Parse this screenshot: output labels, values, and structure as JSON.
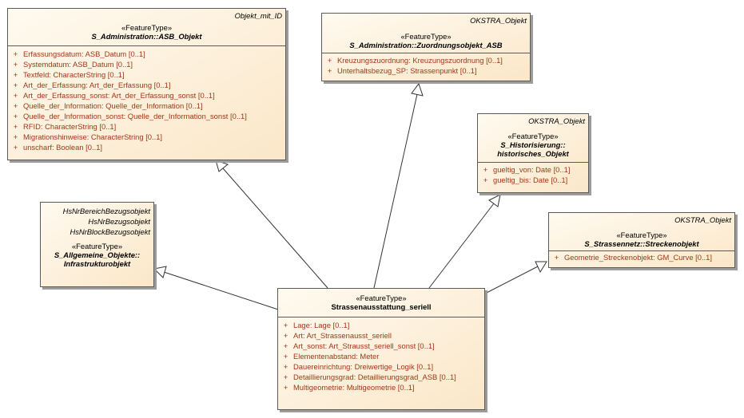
{
  "classes": {
    "asb_objekt": {
      "tags": [
        "Objekt_mit_ID"
      ],
      "stereotype": "«FeatureType»",
      "name": "S_Administration::ASB_Objekt",
      "attributes": [
        {
          "vis": "+",
          "text": "Erfassungsdatum: ASB_Datum [0..1]"
        },
        {
          "vis": "+",
          "text": "Systemdatum: ASB_Datum [0..1]"
        },
        {
          "vis": "+",
          "text": "Textfeld: CharacterString [0..1]"
        },
        {
          "vis": "+",
          "text": "Art_der_Erfassung: Art_der_Erfassung [0..1]"
        },
        {
          "vis": "+",
          "text": "Art_der_Erfassung_sonst: Art_der_Erfassung_sonst [0..1]"
        },
        {
          "vis": "+",
          "text": "Quelle_der_Information: Quelle_der_Information [0..1]"
        },
        {
          "vis": "+",
          "text": "Quelle_der_Information_sonst: Quelle_der_Information_sonst [0..1]"
        },
        {
          "vis": "+",
          "text": "RFID: CharacterString [0..1]"
        },
        {
          "vis": "+",
          "text": "Migrationshinweise: CharacterString [0..1]"
        },
        {
          "vis": "+",
          "text": "unscharf: Boolean [0..1]"
        }
      ]
    },
    "zuordnungsobjekt": {
      "tags": [
        "OKSTRA_Objekt"
      ],
      "stereotype": "«FeatureType»",
      "name": "S_Administration::Zuordnungsobjekt_ASB",
      "attributes": [
        {
          "vis": "+",
          "text": "Kreuzungszuordnung: Kreuzungszuordnung [0..1]"
        },
        {
          "vis": "+",
          "text": "Unterhaltsbezug_SP: Strassenpunkt [0..1]"
        }
      ]
    },
    "historisches_objekt": {
      "tags": [
        "OKSTRA_Objekt"
      ],
      "stereotype": "«FeatureType»",
      "name_lines": [
        "S_Historisierung::",
        "historisches_Objekt"
      ],
      "attributes": [
        {
          "vis": "+",
          "text": "gueltig_von: Date [0..1]"
        },
        {
          "vis": "+",
          "text": "gueltig_bis: Date [0..1]"
        }
      ]
    },
    "infrastrukturobjekt": {
      "tags": [
        "HsNrBereichBezugsobjekt",
        "HsNrBezugsobjekt",
        "HsNrBlockBezugsobjekt"
      ],
      "stereotype": "«FeatureType»",
      "name_lines": [
        "S_Allgemeine_Objekte::",
        "Infrastrukturobjekt"
      ]
    },
    "streckenobjekt": {
      "tags": [
        "OKSTRA_Objekt"
      ],
      "stereotype": "«FeatureType»",
      "name": "S_Strassennetz::Streckenobjekt",
      "attributes": [
        {
          "vis": "+",
          "text": "Geometrie_Streckenobjekt: GM_Curve [0..1]"
        }
      ]
    },
    "strassenausstattung": {
      "stereotype": "«FeatureType»",
      "name": "Strassenausstattung_seriell",
      "attributes": [
        {
          "vis": "+",
          "text": "Lage: Lage [0..1]"
        },
        {
          "vis": "+",
          "text": "Art: Art_Strassenausst_seriell"
        },
        {
          "vis": "+",
          "text": "Art_sonst: Art_Strausst_seriell_sonst [0..1]"
        },
        {
          "vis": "+",
          "text": "Elementenabstand: Meter"
        },
        {
          "vis": "+",
          "text": "Dauereinrichtung: Dreiwertige_Logik [0..1]"
        },
        {
          "vis": "+",
          "text": "Detaillierungsgrad: Detaillierungsgrad_ASB [0..1]"
        },
        {
          "vis": "+",
          "text": "Multigeometrie: Multigeometrie [0..1]"
        }
      ]
    }
  },
  "generalizations": [
    {
      "from": "strassenausstattung",
      "to": "asb_objekt"
    },
    {
      "from": "strassenausstattung",
      "to": "zuordnungsobjekt"
    },
    {
      "from": "strassenausstattung",
      "to": "historisches_objekt"
    },
    {
      "from": "strassenausstattung",
      "to": "infrastrukturobjekt"
    },
    {
      "from": "strassenausstattung",
      "to": "streckenobjekt"
    }
  ]
}
